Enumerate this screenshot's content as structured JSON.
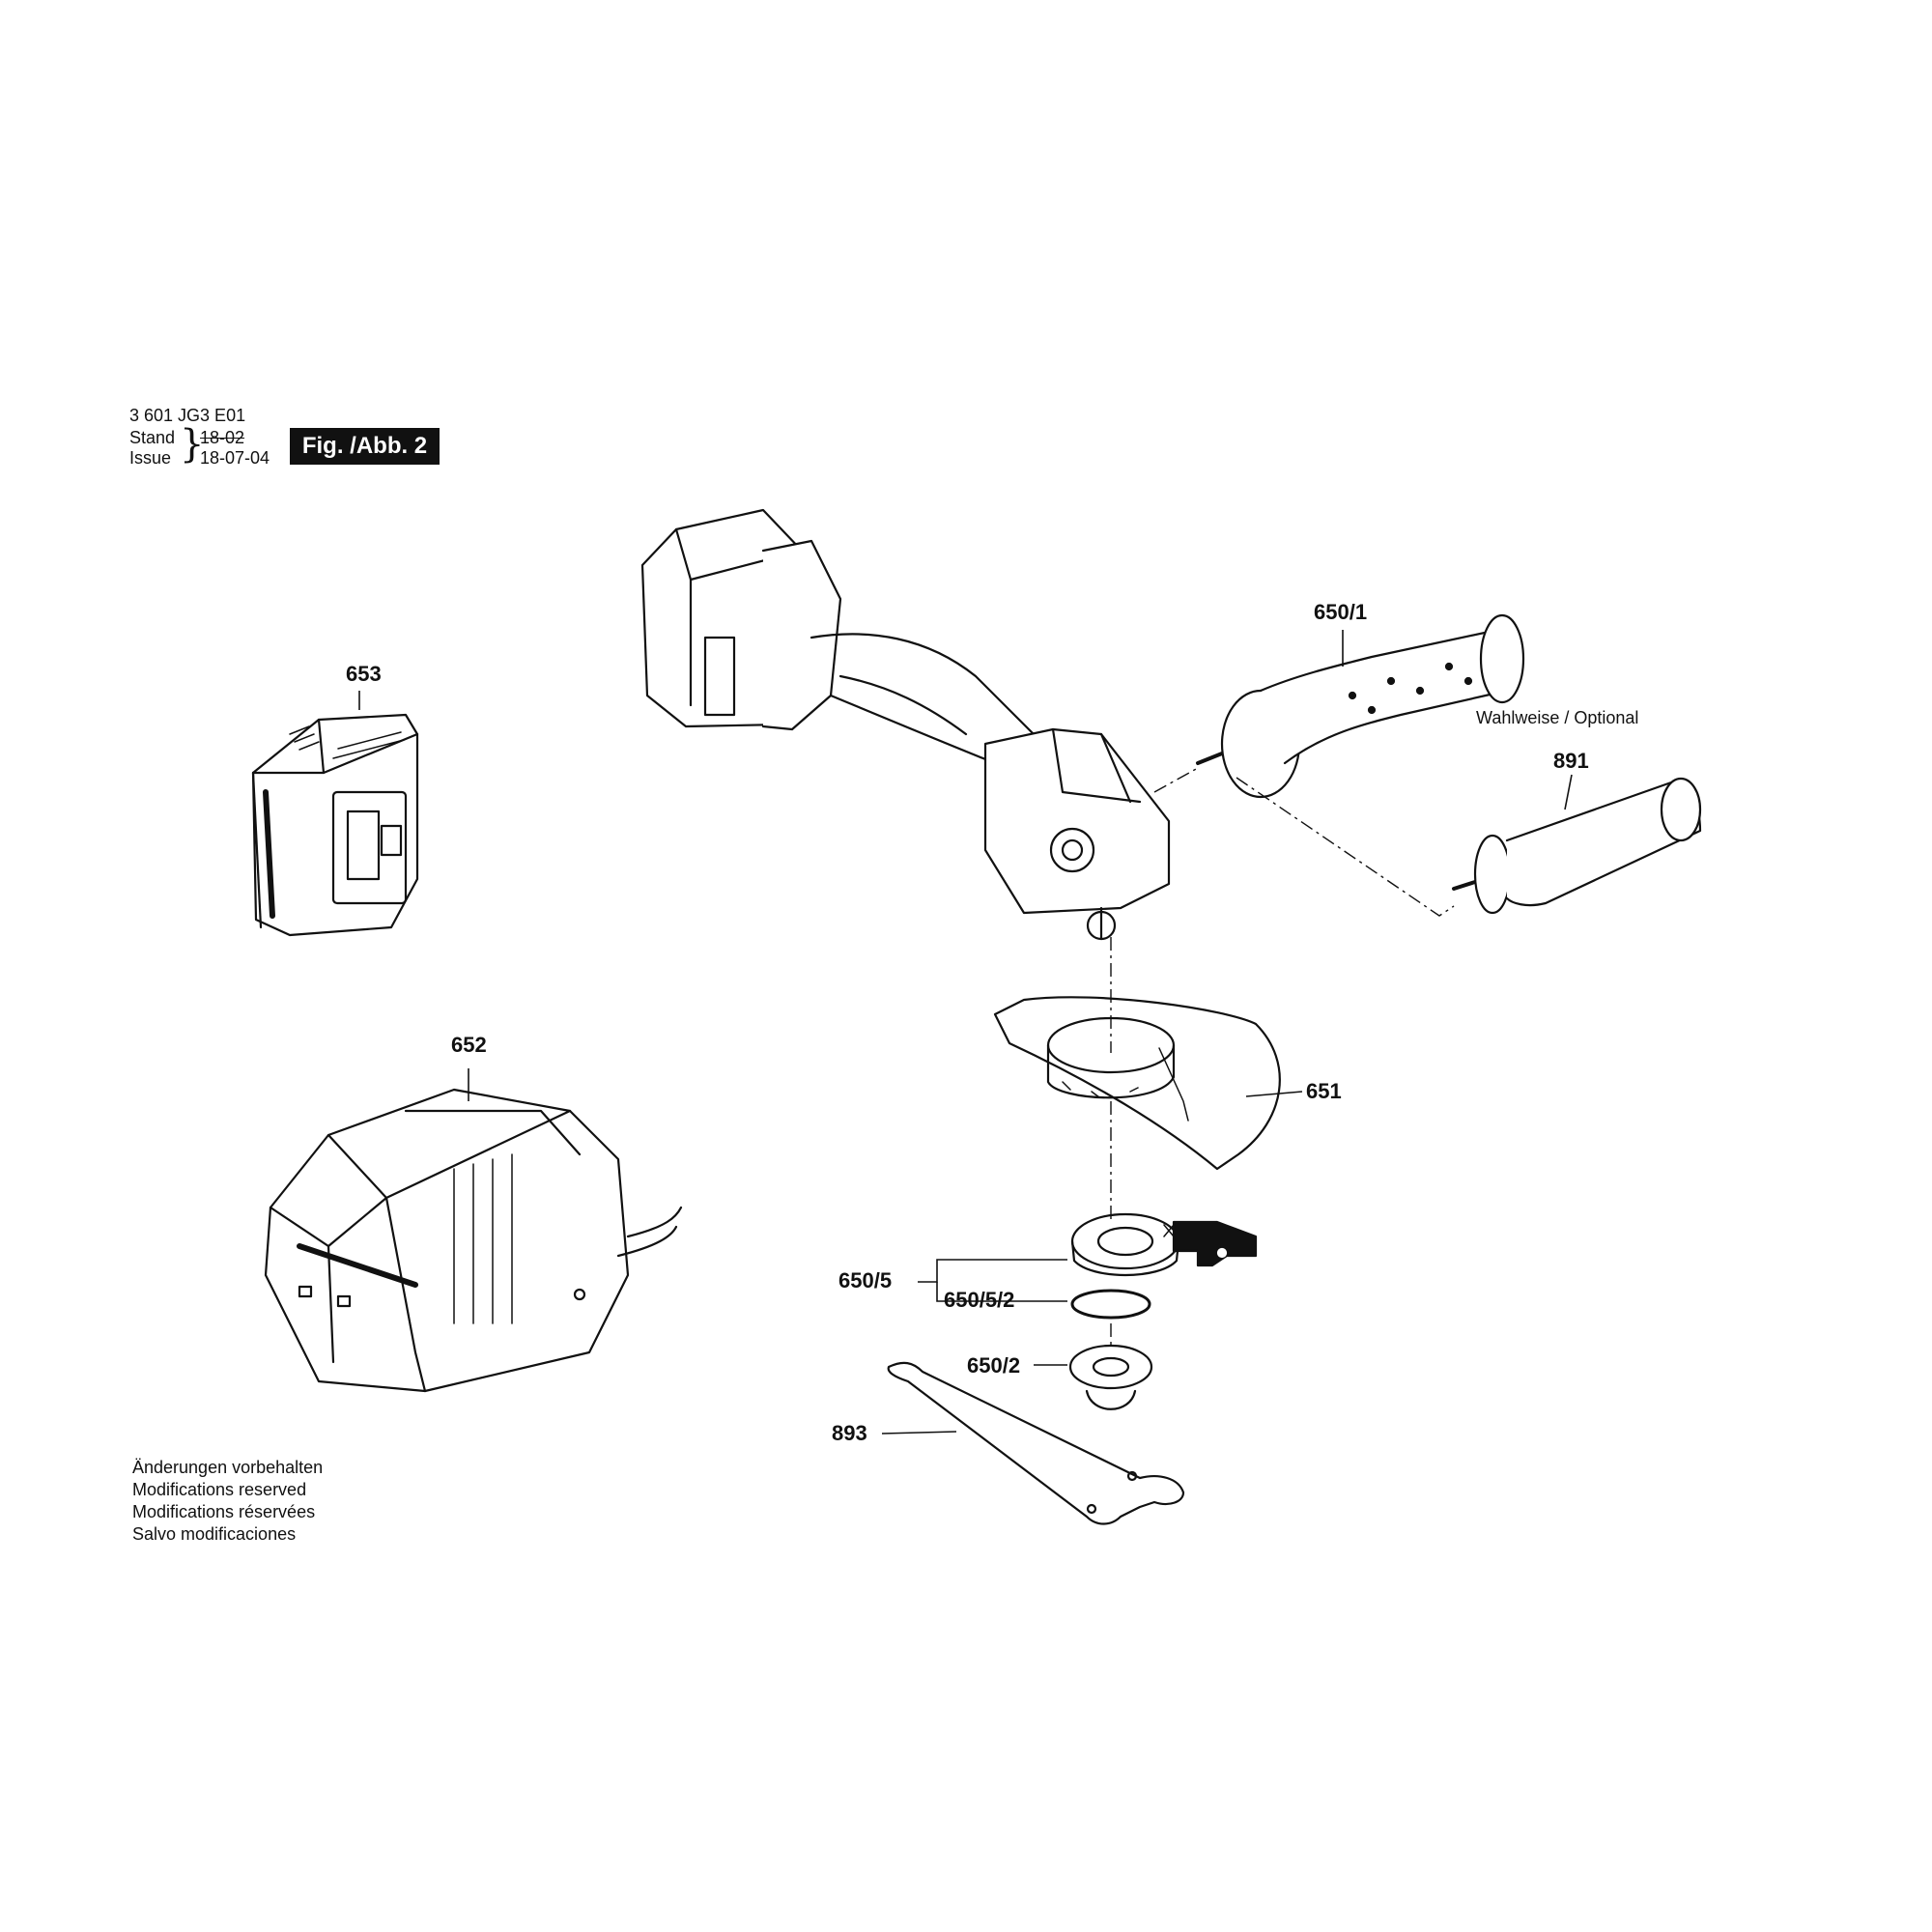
{
  "header": {
    "model_number": "3 601 JG3 E01",
    "stand_label": "Stand",
    "issue_label": "Issue",
    "old_date": "18-02",
    "issue_date": "18-07-04",
    "figure_badge": "Fig. /Abb. 2"
  },
  "parts": {
    "battery": "653",
    "charger": "652",
    "grinder_guard": "651",
    "antivibration_handle": "650/1",
    "optional_handle": "891",
    "flange_set": "650/5",
    "o_ring": "650/5/2",
    "clamping_nut": "650/2",
    "spanner": "893"
  },
  "notes": {
    "optional": "Wahlweise / Optional"
  },
  "footer": {
    "lines": [
      "Änderungen vorbehalten",
      "Modifications reserved",
      "Modifications réservées",
      "Salvo modificaciones"
    ]
  }
}
